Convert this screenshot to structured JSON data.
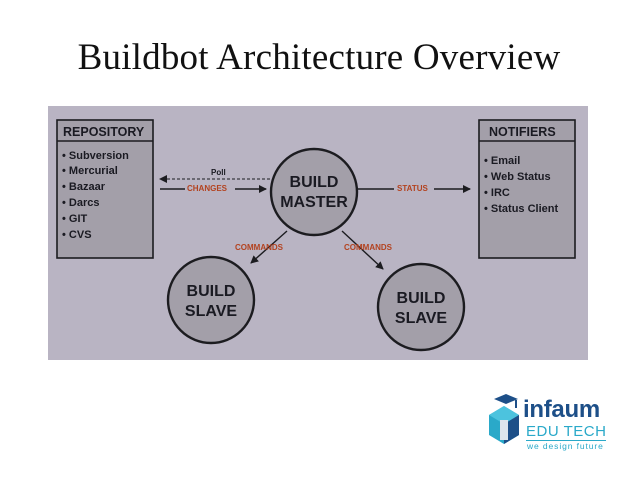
{
  "slide": {
    "title": "Buildbot Architecture Overview"
  },
  "diagram": {
    "repository": {
      "title": "REPOSITORY",
      "items": [
        "• Subversion",
        "• Mercurial",
        "• Bazaar",
        "• Darcs",
        "• GIT",
        "• CVS"
      ]
    },
    "notifiers": {
      "title": "NOTIFIERS",
      "items": [
        "• Email",
        "• Web Status",
        "• IRC",
        "• Status Client"
      ]
    },
    "master": {
      "line1": "BUILD",
      "line2": "MASTER"
    },
    "slave_left": {
      "line1": "BUILD",
      "line2": "SLAVE"
    },
    "slave_right": {
      "line1": "BUILD",
      "line2": "SLAVE"
    },
    "edges": {
      "poll": "Poll",
      "changes": "CHANGES",
      "status": "STATUS",
      "commands_left": "COMMANDS",
      "commands_right": "COMMANDS"
    },
    "colors": {
      "panel": "#b9b4c3",
      "box_fill": "#a39fa9",
      "node_fill": "#a39fa9",
      "stroke": "#1c1c20",
      "text_dark": "#1a1a22",
      "accent": "#b3421f"
    }
  },
  "logo": {
    "name": "infaum",
    "sub": "EDU TECH",
    "tagline": "we design future"
  }
}
